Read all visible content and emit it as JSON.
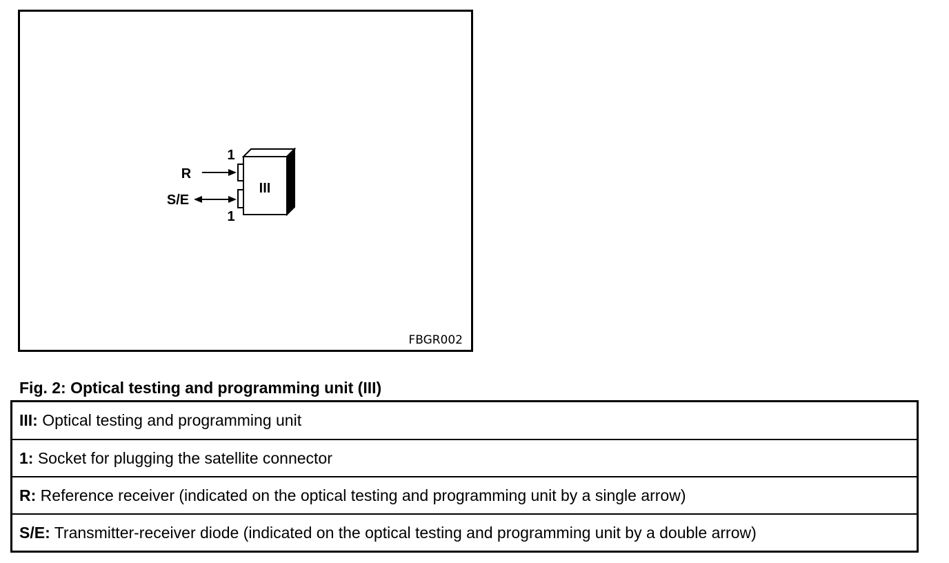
{
  "figure": {
    "unit_label": "III",
    "socket_label_top": "1",
    "socket_label_bottom": "1",
    "receiver_label": "R",
    "transceiver_label": "S/E",
    "figure_code": "FBGR002"
  },
  "caption": "Fig. 2: Optical testing and programming unit (III)",
  "legend": [
    {
      "term": "III:",
      "description": " Optical testing and programming unit"
    },
    {
      "term": "1:",
      "description": " Socket for plugging the satellite connector"
    },
    {
      "term": "R:",
      "description": " Reference receiver (indicated on the optical testing and programming unit by a single arrow)"
    },
    {
      "term": "S/E:",
      "description": " Transmitter-receiver diode (indicated on the optical testing and programming unit by a double arrow)"
    }
  ]
}
